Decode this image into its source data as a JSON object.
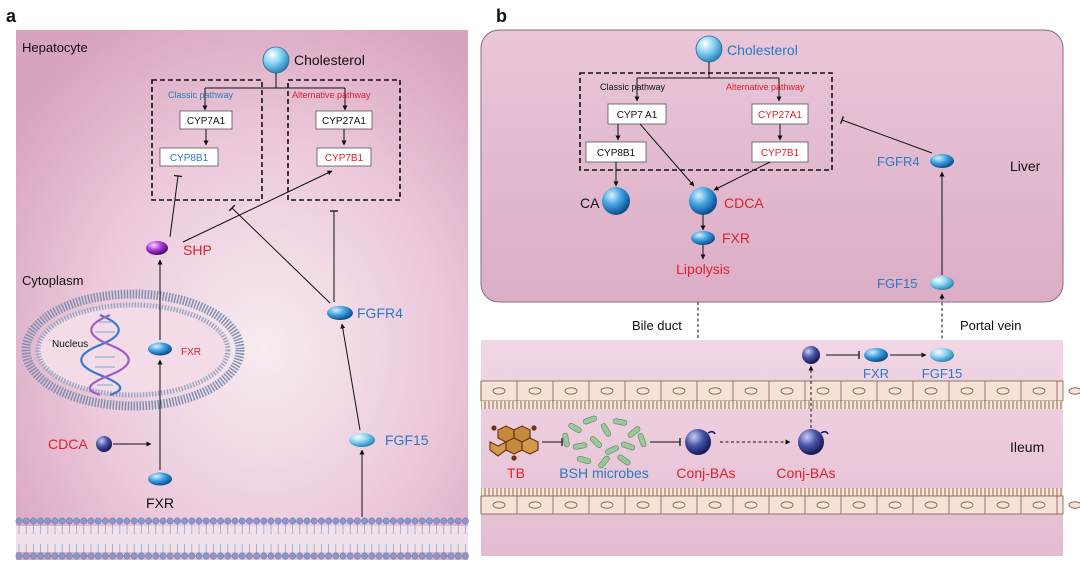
{
  "panel_a": {
    "panel_label": "a",
    "cell_label": "Hepatocyte",
    "cytoplasm_label": "Cytoplasm",
    "nucleus_label": "Nucleus",
    "cholesterol": "Cholesterol",
    "classic_pathway": "Classic pathway",
    "alternative_pathway": "Alternative pathway",
    "cyp7a1": "CYP7A1",
    "cyp8b1": "CYP8B1",
    "cyp27a1": "CYP27A1",
    "cyp7b1": "CYP7B1",
    "shp": "SHP",
    "fxr_nuclear": "FXR",
    "fxr_cyto": "FXR",
    "cdca": "CDCA",
    "fgfr4": "FGFR4",
    "fgf15": "FGF15"
  },
  "panel_b": {
    "panel_label": "b",
    "cholesterol": "Cholesterol",
    "classic_pathway": "Classic pathway",
    "alternative_pathway": "Alternative pathway",
    "cyp7a1": "CYP7 A1",
    "cyp8b1": "CYP8B1",
    "cyp27a1": "CYP27A1",
    "cyp7b1": "CYP7B1",
    "ca": "CA",
    "cdca": "CDCA",
    "fxr_liver": "FXR",
    "lipolysis": "Lipolysis",
    "fgfr4": "FGFR4",
    "fgf15_liver": "FGF15",
    "liver_label": "Liver",
    "bile_duct": "Bile duct",
    "portal_vein": "Portal vein",
    "fxr_ileum": "FXR",
    "fgf15_ileum": "FGF15",
    "tb": "TB",
    "bsh_microbes": "BSH microbes",
    "conj_bas_1": "Conj-BAs",
    "conj_bas_2": "Conj-BAs",
    "ileum_label": "Ileum"
  },
  "colors": {
    "red": "#e0202a",
    "blue": "#2a7bc0",
    "dark": "#111111"
  }
}
